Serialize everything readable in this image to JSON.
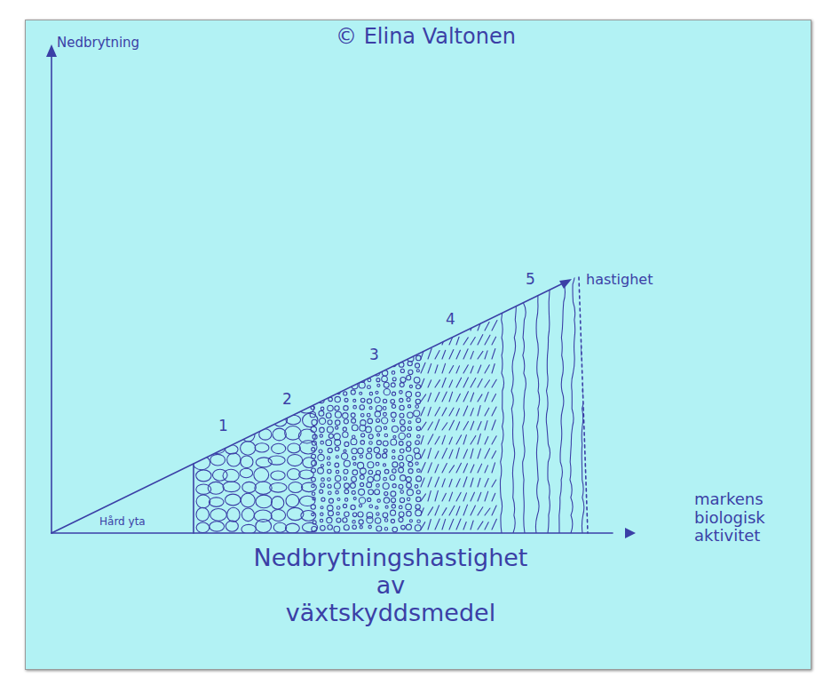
{
  "diagram": {
    "caption": "Nedbrytningshastighet av växtskyddsmedel",
    "labels": [
      "Nedbrytning",
      "© Elina Valtonen",
      "hastighet",
      "1",
      "2",
      "3",
      "4",
      "5",
      "Hård yta",
      "markens biologisk aktivitet"
    ]
  }
}
